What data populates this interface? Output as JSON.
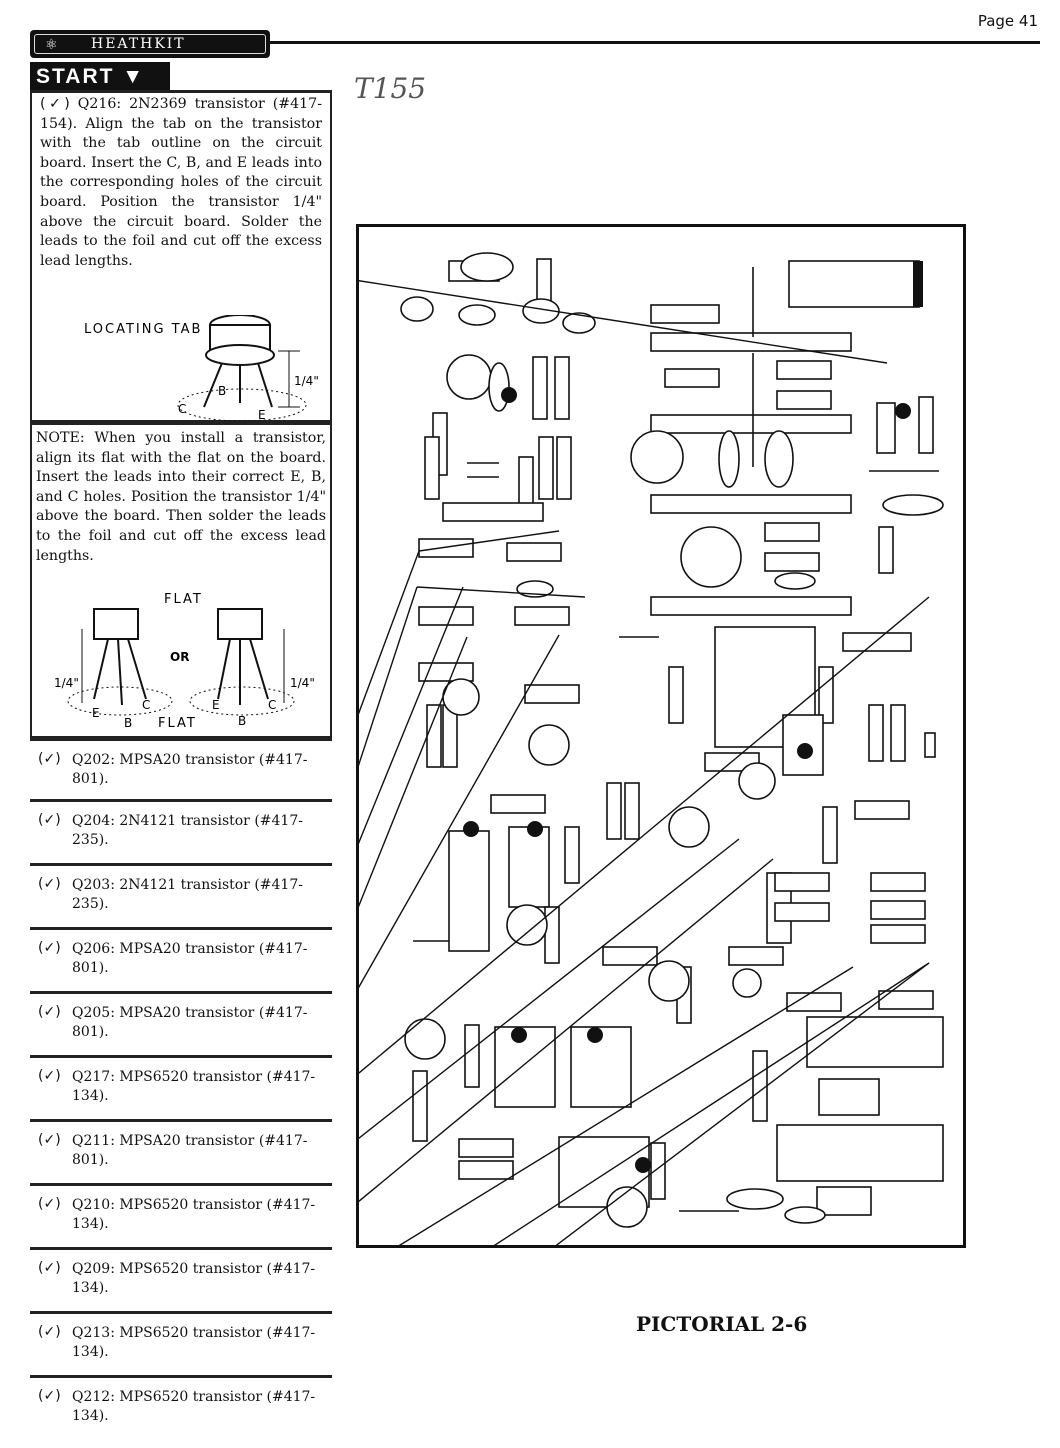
{
  "header": {
    "brand": "HEATHKIT",
    "page": "Page 41"
  },
  "handwritten_note": "T155",
  "start_label": "START",
  "steps": {
    "q216": {
      "check": "(✓)",
      "text": "Q216: 2N2369 transistor (#417-154). Align the tab on the transistor with the tab outline on the circuit board. Insert the C, B, and E leads into the corresponding holes of the circuit board. Position the transistor 1/4\" above the circuit board. Solder the leads to the foil and cut off the excess lead lengths."
    },
    "fig1_labels": {
      "locating_tab": "LOCATING TAB",
      "dim": "1/4\"",
      "b": "B",
      "c": "C",
      "e": "E"
    },
    "note": "NOTE: When you install a transistor, align its flat with the flat on the board. Insert the leads into their correct E, B, and C holes. Position the transistor 1/4\" above the board. Then solder the leads to the foil and cut off the excess lead lengths.",
    "fig2_labels": {
      "flat_top": "FLAT",
      "or": "OR",
      "dim_left": "1/4\"",
      "dim_right": "1/4\"",
      "flat_bottom": "FLAT",
      "e": "E",
      "c": "C",
      "b": "B"
    },
    "items": [
      {
        "check": "(✓)",
        "text": "Q202: MPSA20 transistor (#417-801)."
      },
      {
        "check": "(✓)",
        "text": "Q204: 2N4121 transistor (#417-235)."
      },
      {
        "check": "(✓)",
        "text": "Q203: 2N4121 transistor (#417-235)."
      },
      {
        "check": "(✓)",
        "text": "Q206: MPSA20 transistor (#417-801)."
      },
      {
        "check": "(✓)",
        "text": "Q205: MPSA20 transistor (#417-801)."
      },
      {
        "check": "(✓)",
        "text": "Q217: MPS6520 transistor (#417-134)."
      },
      {
        "check": "(✓)",
        "text": "Q211: MPSA20 transistor (#417-801)."
      },
      {
        "check": "(✓)",
        "text": "Q210: MPS6520 transistor (#417-134)."
      },
      {
        "check": "(✓)",
        "text": "Q209: MPS6520 transistor (#417-134)."
      },
      {
        "check": "(✓)",
        "text": "Q213: MPS6520 transistor (#417-134)."
      },
      {
        "check": "(✓)",
        "text": "Q212: MPS6520 transistor (#417-134)."
      }
    ]
  },
  "caption": "PICTORIAL 2-6"
}
